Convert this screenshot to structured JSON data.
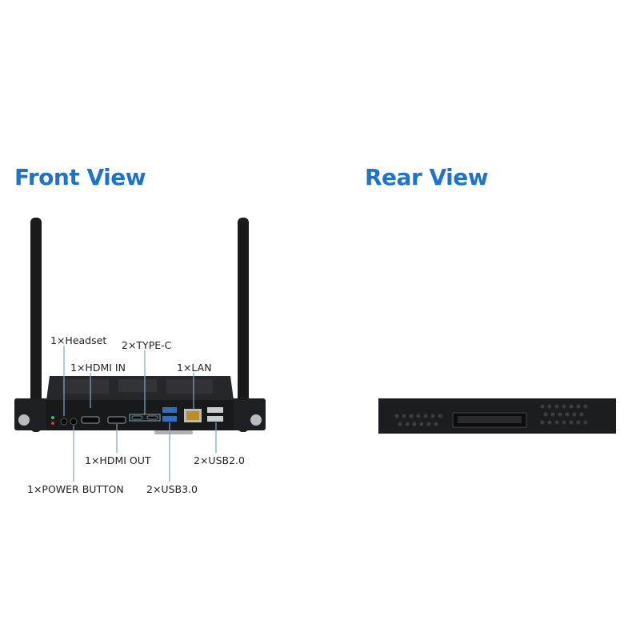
{
  "front_view": {
    "title": "Front View",
    "labels": {
      "headset": "1×Headset",
      "type_c": "2×TYPE-C",
      "hdmi_in": "1×HDMI IN",
      "lan": "1×LAN",
      "hdmi_out": "1×HDMI OUT",
      "usb2": "2×USB2.0",
      "power_button": "1×POWER BUTTON",
      "usb3": "2×USB3.0"
    }
  },
  "rear_view": {
    "title": "Rear View"
  },
  "colors": {
    "title": "#1f74c9",
    "leader_line": "#7aa7c7",
    "device": "#1c1d20"
  }
}
